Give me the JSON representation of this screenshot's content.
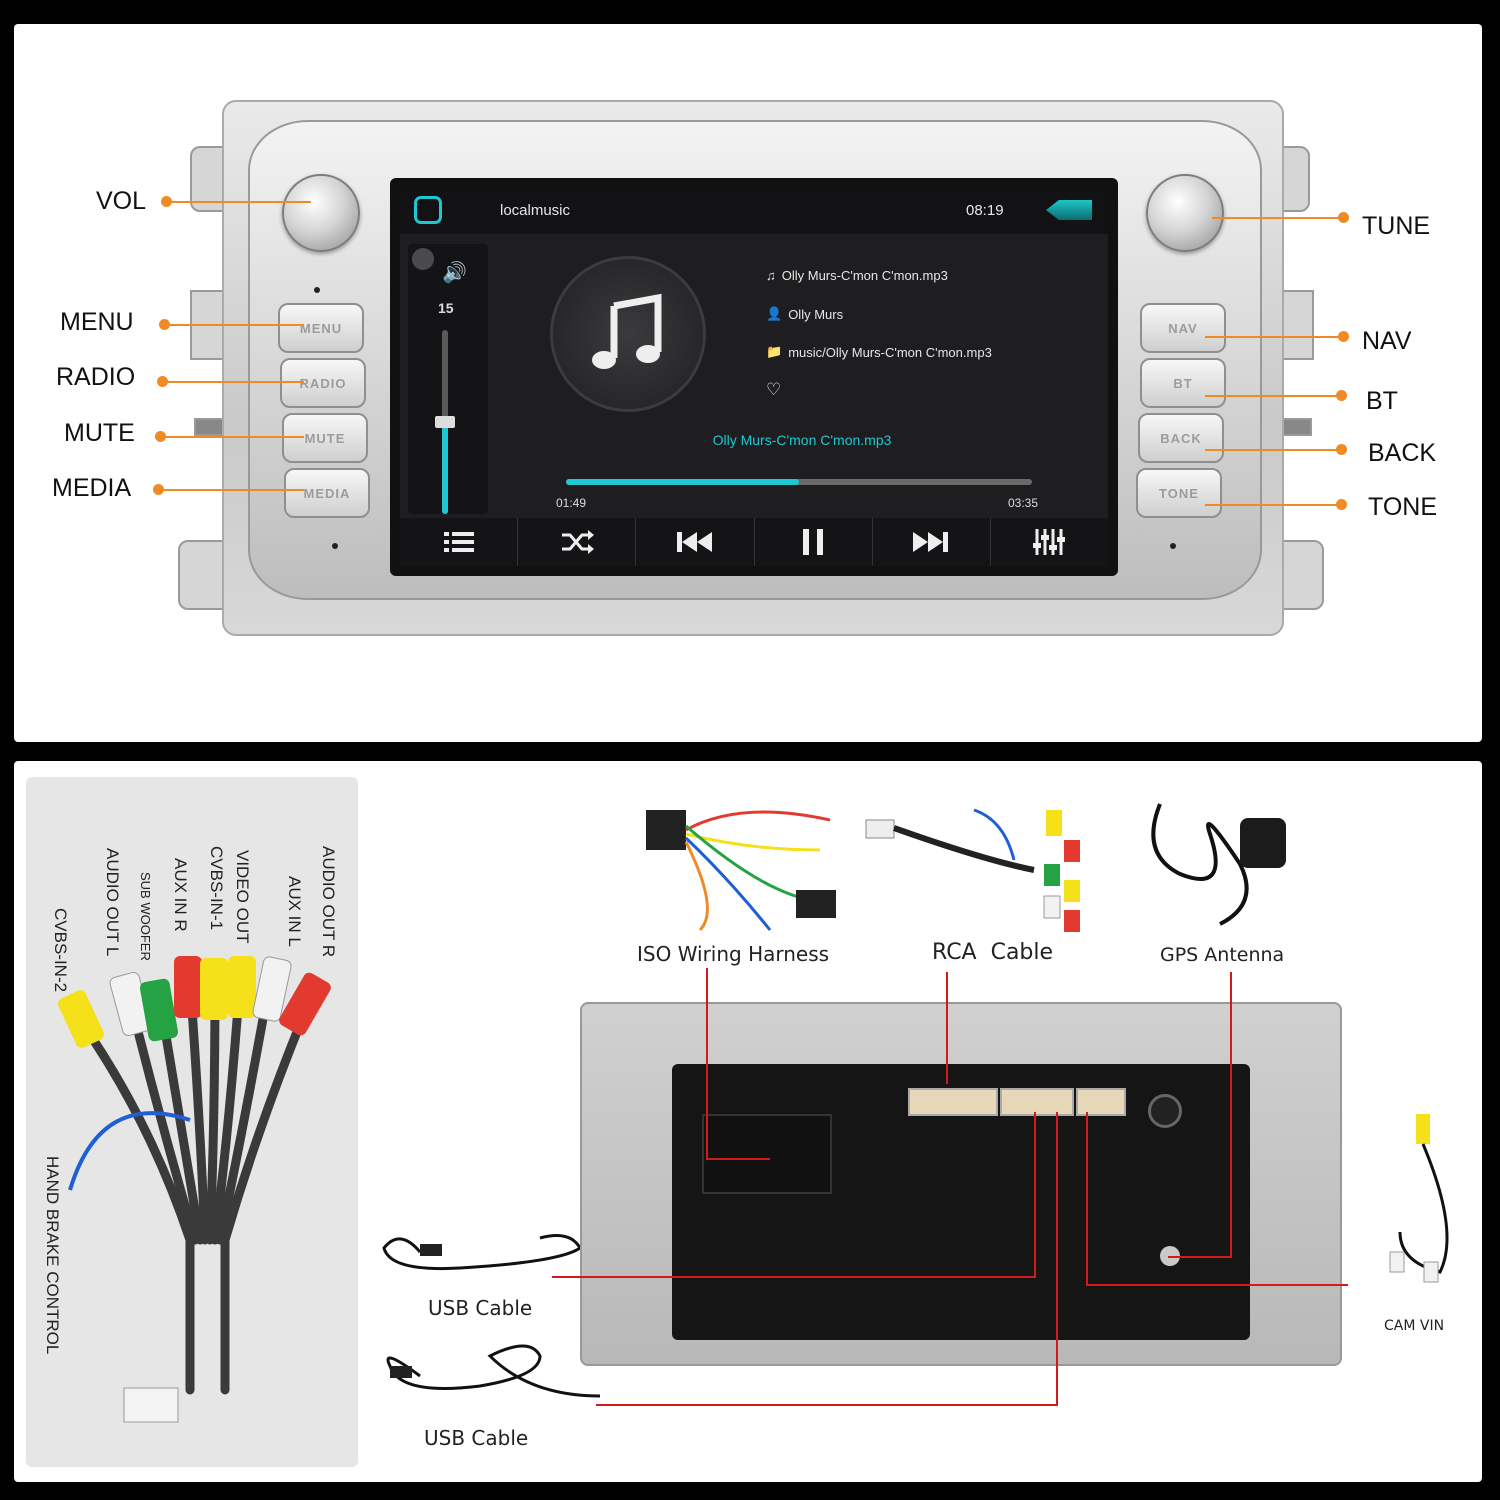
{
  "screen": {
    "app_title": "localmusic",
    "clock": "08:19",
    "volume": {
      "value": "15",
      "level": 0.5
    },
    "track": {
      "file": "Olly Murs-C'mon C'mon.mp3",
      "artist": "Olly Murs",
      "path": "music/Olly Murs-C'mon C'mon.mp3",
      "now_playing": "Olly Murs-C'mon C'mon.mp3"
    },
    "playback": {
      "elapsed": "01:49",
      "total": "03:35",
      "progress": 0.5
    },
    "controls": [
      "list-icon",
      "shuffle-icon",
      "previous-icon",
      "pause-icon",
      "next-icon",
      "equalizer-icon"
    ]
  },
  "unit_buttons": {
    "left": [
      "MENU",
      "RADIO",
      "MUTE",
      "MEDIA"
    ],
    "right": [
      "NAV",
      "BT",
      "BACK",
      "TONE"
    ]
  },
  "callouts": {
    "left": [
      "VOL",
      "MENU",
      "RADIO",
      "MUTE",
      "MEDIA"
    ],
    "right": [
      "TUNE",
      "NAV",
      "BT",
      "BACK",
      "TONE"
    ]
  },
  "rca_labels": [
    "AUDIO OUT R",
    "AUX IN L",
    "VIDEO OUT",
    "CVBS-IN-1",
    "AUX IN R",
    "SUB WOOFER",
    "AUDIO OUT L",
    "CVBS-IN-2",
    "HAND BRAKE CONTROL"
  ],
  "accessories": {
    "iso": "ISO Wiring Harness",
    "rca": "RCA  Cable",
    "gps": "GPS Antenna",
    "usb1": "USB Cable",
    "usb2": "USB Cable",
    "cam": "CAM VIN"
  },
  "colors": {
    "accent": "#1ec8d2",
    "callout": "#f08a24",
    "pointer": "#d11b1b"
  }
}
